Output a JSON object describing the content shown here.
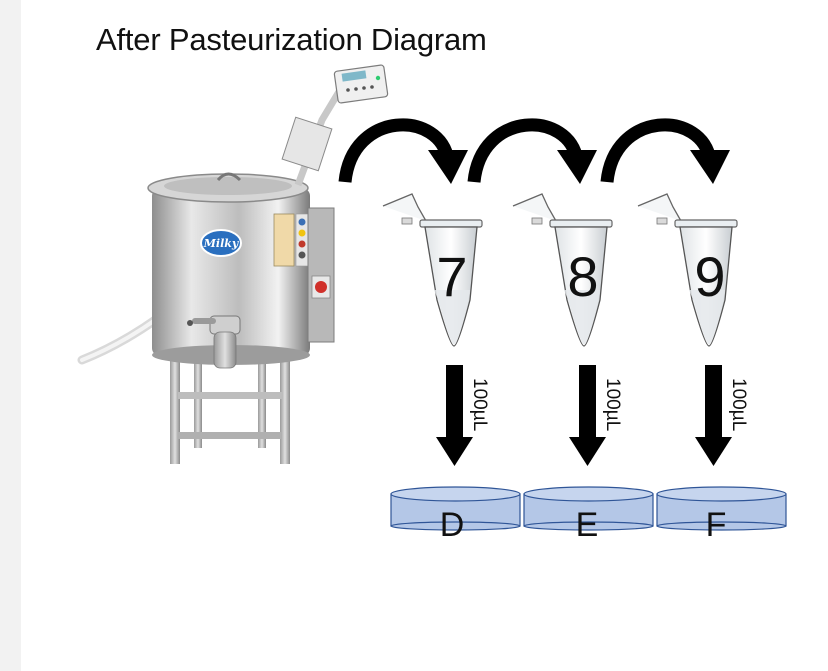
{
  "title": "After Pasteurization Diagram",
  "pasteurizer": {
    "brand_label": "Milky",
    "body_color": "#c9c9c9",
    "panel_color": "#f0d9a8"
  },
  "tubes": [
    {
      "number": "7"
    },
    {
      "number": "8"
    },
    {
      "number": "9"
    }
  ],
  "transfers": [
    {
      "volume": "100µL"
    },
    {
      "volume": "100µL"
    },
    {
      "volume": "100µL"
    }
  ],
  "plates": [
    {
      "label": "D"
    },
    {
      "label": "E"
    },
    {
      "label": "F"
    }
  ],
  "colors": {
    "plate_fill": "#b4c7e7",
    "plate_stroke": "#2f5597",
    "arrow": "#000000"
  }
}
